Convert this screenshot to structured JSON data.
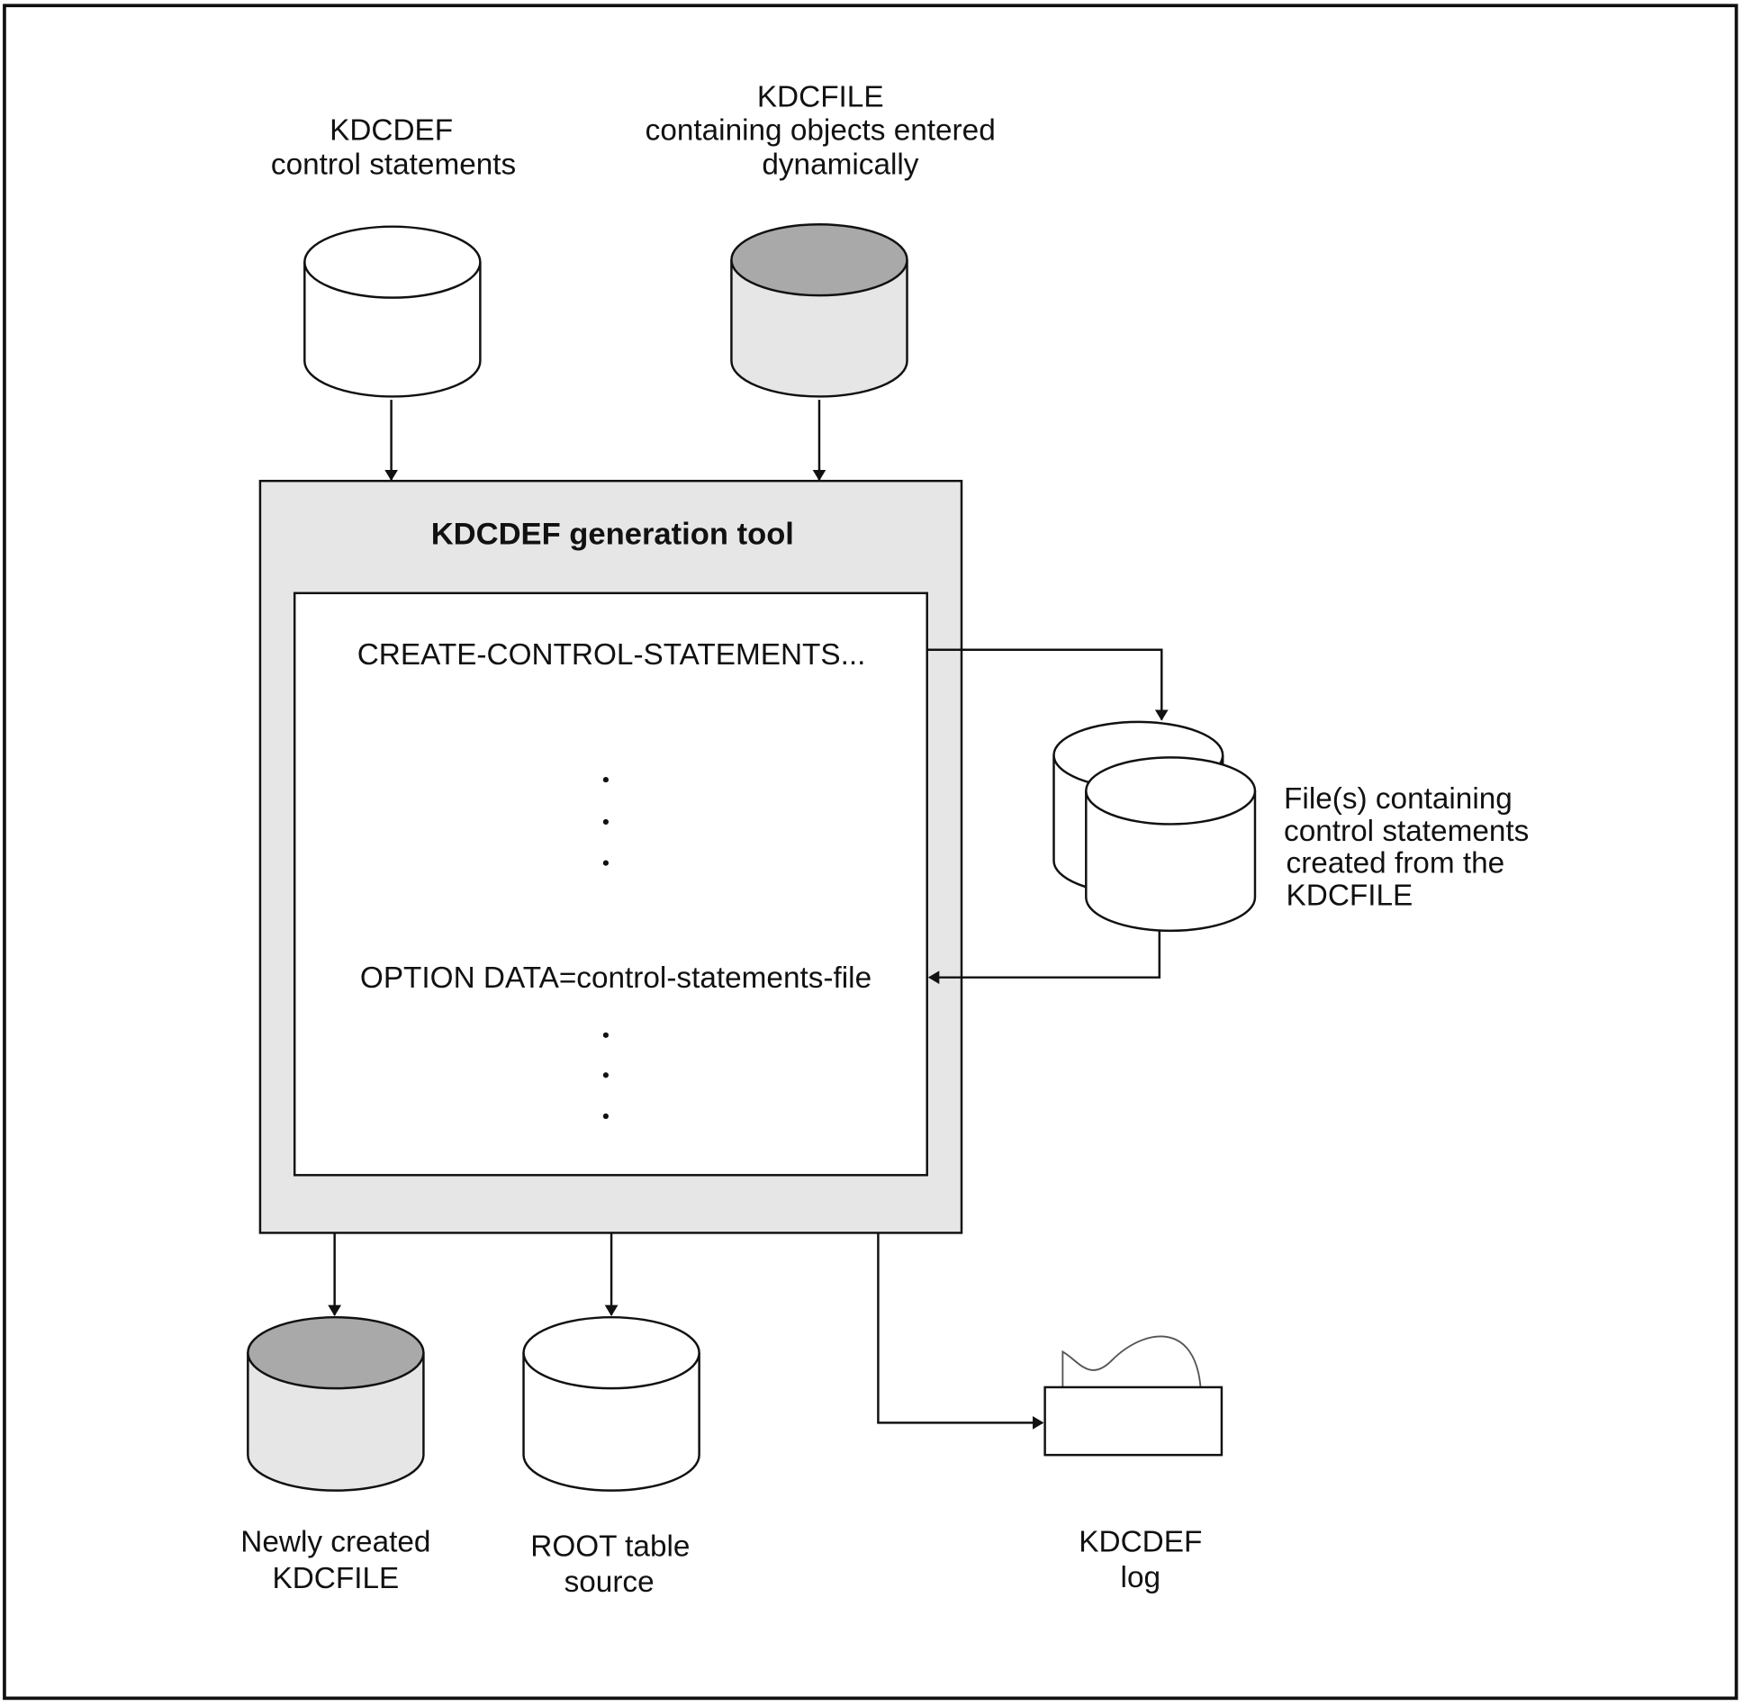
{
  "diagram": {
    "inputs": {
      "control_statements": {
        "lines": [
          "KDCDEF",
          "control statements"
        ],
        "icon": "database-cylinder",
        "shaded": false
      },
      "kdcfile_dynamic": {
        "lines": [
          "KDCFILE",
          "containing objects entered",
          "dynamically"
        ],
        "icon": "database-cylinder",
        "shaded": true
      }
    },
    "tool": {
      "title": "KDCDEF generation tool",
      "statements": {
        "create": "CREATE-CONTROL-STATEMENTS...",
        "option": "OPTION DATA=control-statements-file",
        "ellipsis": "."
      }
    },
    "side_files": {
      "lines": [
        "File(s) containing",
        "control statements",
        "created from the",
        "KDCFILE"
      ],
      "icon": "stacked-database-cylinders"
    },
    "outputs": {
      "new_kdcfile": {
        "lines": [
          "Newly created",
          "KDCFILE"
        ],
        "icon": "database-cylinder",
        "shaded": true
      },
      "root_table": {
        "lines": [
          "ROOT table",
          "source"
        ],
        "icon": "database-cylinder",
        "shaded": false
      },
      "log": {
        "lines": [
          "KDCDEF",
          "log"
        ],
        "icon": "printer-output"
      }
    },
    "colors": {
      "tool_fill": "#e6e6e6",
      "shaded_top": "#a9a9a9",
      "shaded_body": "#e6e6e6",
      "line": "#111111"
    }
  }
}
